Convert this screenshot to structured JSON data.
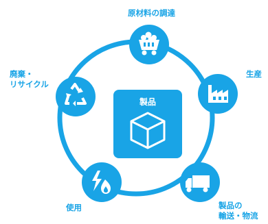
{
  "colors": {
    "primary": "#19a4e6",
    "icon": "#ffffff"
  },
  "center": {
    "label": "製品",
    "icon": "box-icon"
  },
  "nodes": [
    {
      "id": "raw-materials",
      "lines": [
        "原材料の調達"
      ],
      "icon": "mine-cart-icon"
    },
    {
      "id": "production",
      "lines": [
        "生産"
      ],
      "icon": "factory-icon"
    },
    {
      "id": "transport",
      "lines": [
        "製品の",
        "輸送・物流"
      ],
      "icon": "truck-icon"
    },
    {
      "id": "use",
      "lines": [
        "使用"
      ],
      "icon": "energy-icon"
    },
    {
      "id": "disposal",
      "lines": [
        "廃棄・",
        "リサイクル"
      ],
      "icon": "recycle-icon"
    }
  ]
}
